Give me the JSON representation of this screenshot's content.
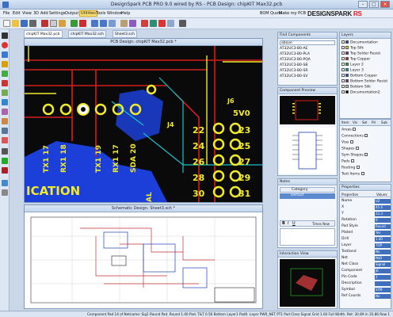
{
  "window": {
    "title": "DesignSpark PCB PRO 9.0 wired by RS - PCB Design: chipKIT Max32.pcb"
  },
  "menubar": {
    "items": [
      "File",
      "Edit",
      "View",
      "3D",
      "Add",
      "Settings",
      "Output",
      "Utilities",
      "Tools",
      "Window",
      "Help"
    ],
    "right_items": [
      "BOM Quote",
      "Make my PCB"
    ],
    "brand_left": "DESIGN",
    "brand_right": "SPARK",
    "brand_suffix": "RS"
  },
  "tabs": [
    "chipKIT Max32.pcb",
    "chipKIT Max32.sch",
    "Sheet3.sch"
  ],
  "pcb_view": {
    "title": "PCB Design: chipKIT Max32.pcb *",
    "silkscreen": [
      "J6",
      "5V0",
      "J4",
      "23",
      "25",
      "27",
      "29",
      "31",
      "22",
      "24",
      "26",
      "28",
      "30",
      "ICATION",
      "TX1 17",
      "RX1 18",
      "TX1 19",
      "SDA 20",
      "RX1 17",
      "AL"
    ]
  },
  "sch_view": {
    "title": "Schematic Design: Sheet3.sch *"
  },
  "components_panel": {
    "header": "Find Components",
    "items": [
      "above",
      "AT32UC3-B0-AE",
      "AT32UC3-B0-PLA",
      "AT32UC3-B0-PQA",
      "AT32UC3-B0-SB",
      "AT32UC3-B0-SR",
      "AT32UC3-B0-SV"
    ]
  },
  "layers_panel": {
    "header": "Layers",
    "items": [
      {
        "name": "Documentation",
        "color": "#1f3fb5"
      },
      {
        "name": "Top Silk",
        "color": "#e6e200"
      },
      {
        "name": "Top Solder Resist",
        "color": "#7d2a7d"
      },
      {
        "name": "Top Copper",
        "color": "#d61e1e"
      },
      {
        "name": "Layer 2",
        "color": "#2a9d2a"
      },
      {
        "name": "Layer 3",
        "color": "#00a6c9"
      },
      {
        "name": "Bottom Copper",
        "color": "#2645d6"
      },
      {
        "name": "Bottom Solder Resist",
        "color": "#8b1f8b"
      },
      {
        "name": "Bottom Silk",
        "color": "#c7c7c7"
      },
      {
        "name": "Documentation2",
        "color": "#000000"
      }
    ],
    "mini_tabs": [
      "Item",
      "Vis",
      "Sel",
      "Pri",
      "Sub"
    ],
    "settings": [
      "Areas",
      "Connections",
      "Vias",
      "Shapes",
      "Sym Shapes",
      "Pads",
      "Routing",
      "Text Items"
    ]
  },
  "preview_panel": {
    "header": "Component Preview"
  },
  "notes_panel": {
    "header": "Notes",
    "category_label": "Category",
    "default_item": "Default",
    "font_label": "Times New"
  },
  "properties_panel": {
    "header": "Properties",
    "col_properties": "Properties",
    "col_values": "Values",
    "rows": [
      {
        "key": "Name",
        "value": "U2"
      },
      {
        "key": "X",
        "value": "45.4"
      },
      {
        "key": "Y",
        "value": "22.3"
      },
      {
        "key": "Rotation",
        "value": "0"
      },
      {
        "key": "Pad Style",
        "value": "Round"
      },
      {
        "key": "Plated",
        "value": "Yes"
      },
      {
        "key": "Drill",
        "value": "1.00"
      },
      {
        "key": "Layer",
        "value": "TOP"
      },
      {
        "key": "Testland",
        "value": "No"
      },
      {
        "key": "Net",
        "value": "N$0"
      },
      {
        "key": "Net Class",
        "value": "Signal"
      },
      {
        "key": "Component",
        "value": "J6"
      },
      {
        "key": "Pin Code",
        "value": "1"
      },
      {
        "key": "Description",
        "value": ""
      },
      {
        "key": "Symbol",
        "value": "SYM"
      },
      {
        "key": "Ref Coords",
        "value": "No"
      }
    ]
  },
  "mini_panel": {
    "header": "Interaction View"
  },
  "statusbar": {
    "text": "Component Pad 14 of Netname: Sig1 Round Pad. Round 1.00 Pad. T&T 0.56 Bottom Layer1 Pad0. Layer PWR_NET PT1 Pad Class Signal Grid 1.00 Full Width. Ret: 30.89 in 35.86   Row 1"
  },
  "colors": {
    "pcb_bg": "#0a0a0a",
    "track_blue": "#1b3fd8",
    "silk_yellow": "#f2ea2c",
    "accent_red": "#e2161b"
  }
}
